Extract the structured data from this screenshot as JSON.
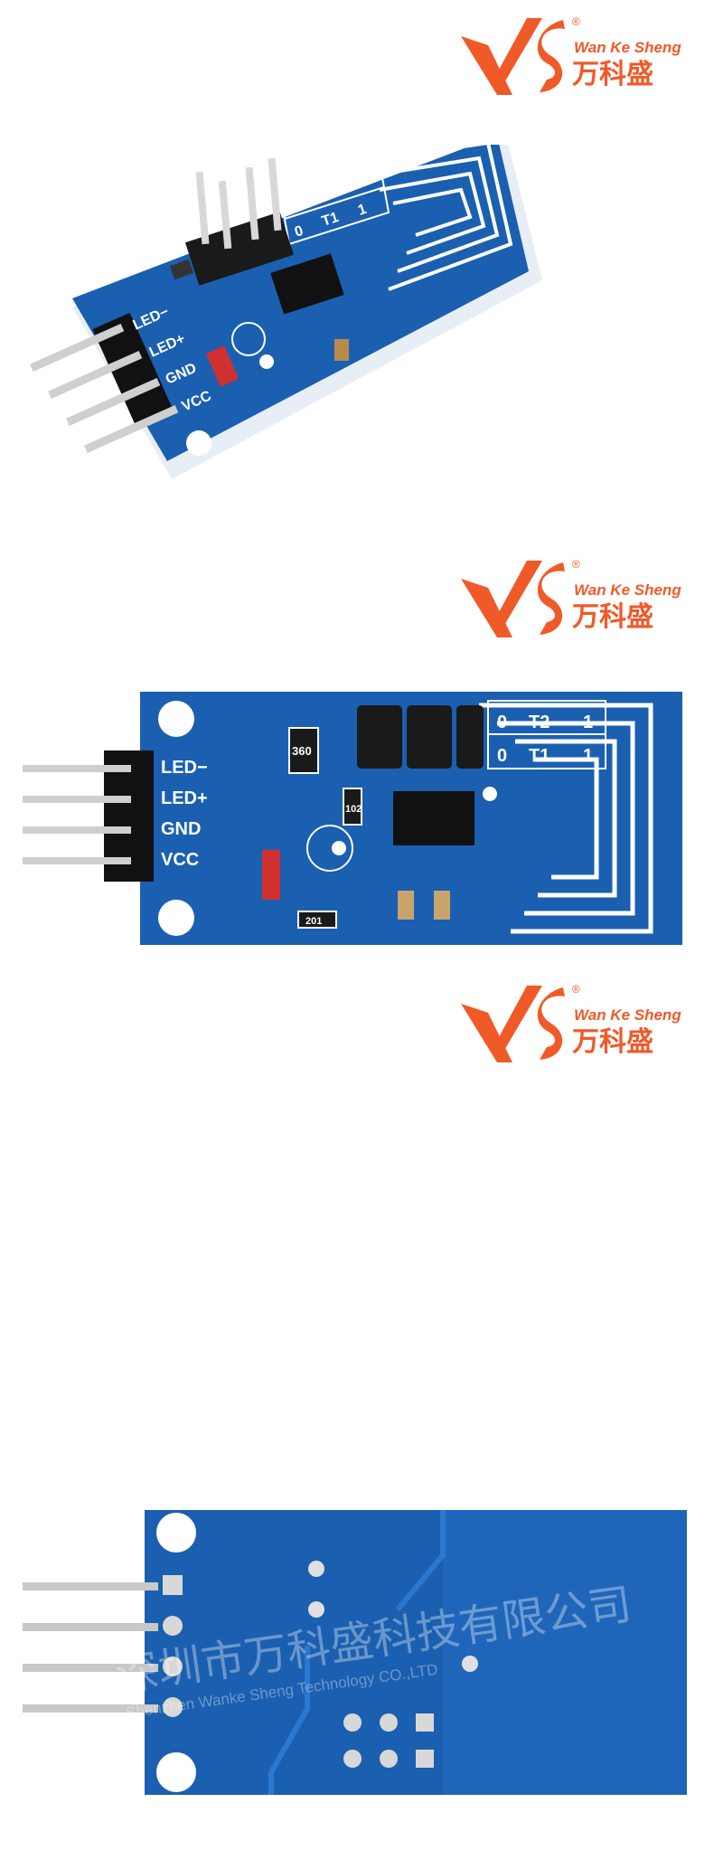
{
  "brand": {
    "english": "Wan Ke Sheng",
    "chinese": "万科盛",
    "registered": "®",
    "color": "#f05a28"
  },
  "board": {
    "pin_labels": [
      "LED−",
      "LED+",
      "GND",
      "VCC"
    ],
    "jumper_labels": {
      "top_left": "0",
      "top_mid": "T2",
      "top_right": "1",
      "bottom_left": "0",
      "bottom_mid": "T1",
      "bottom_right": "1"
    },
    "resistor_codes": [
      "360",
      "102",
      "201"
    ],
    "pcb_color": "#1b5fb0"
  },
  "watermark": {
    "chinese": "深圳市万科盛科技有限公司",
    "english": "Shenzhen Wanke Sheng Technology CO.,LTD"
  }
}
